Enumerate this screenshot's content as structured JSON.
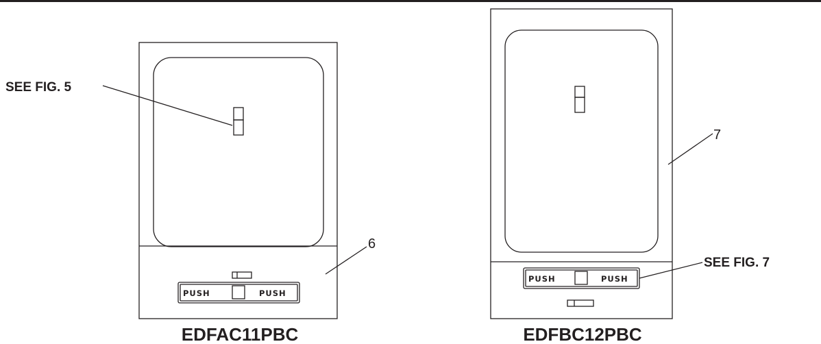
{
  "diagram": {
    "colors": {
      "line": "#231f20",
      "background": "#ffffff"
    },
    "left_unit": {
      "model": "EDFAC11PBC",
      "callout_ref": "SEE FIG. 5",
      "callout_num": "6",
      "push_left": "PUSH",
      "push_right": "PUSH"
    },
    "right_unit": {
      "model": "EDFBC12PBC",
      "callout_ref": "SEE FIG. 7",
      "callout_num": "7",
      "push_left": "PUSH",
      "push_right": "PUSH"
    }
  }
}
